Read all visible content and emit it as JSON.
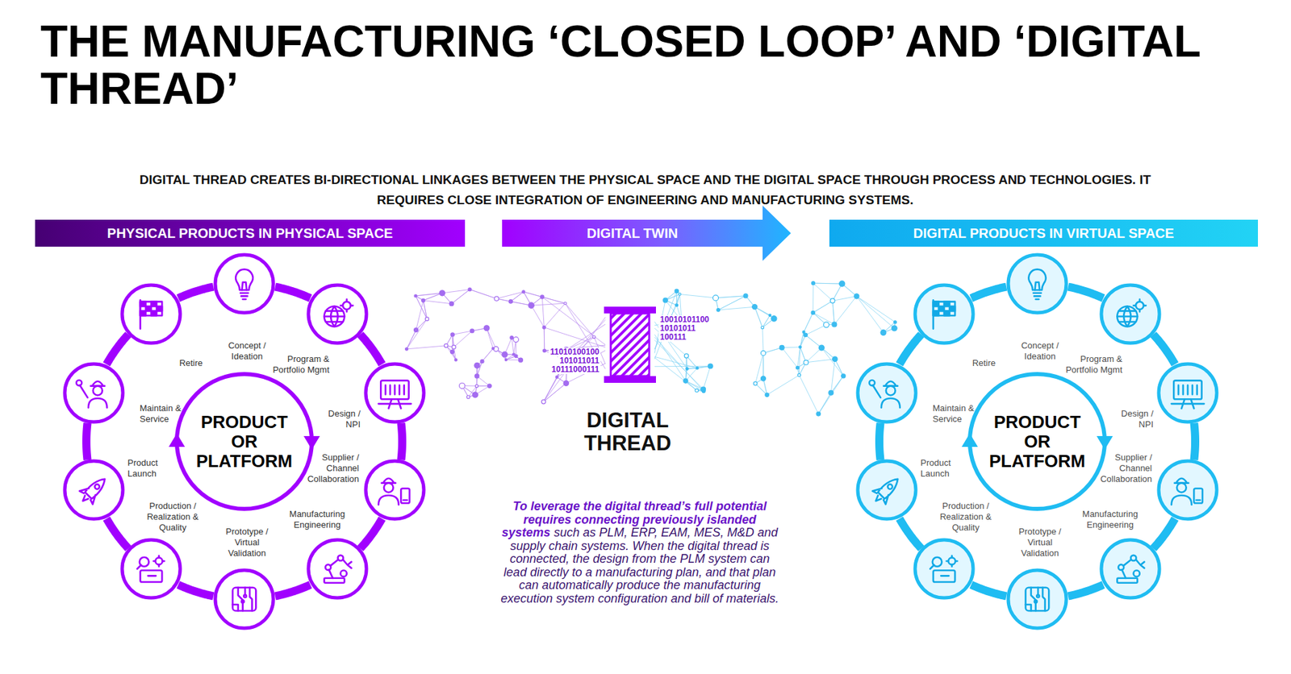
{
  "diagram": {
    "title": "THE MANUFACTURING ‘CLOSED LOOP’ AND ‘DIGITAL THREAD’",
    "nodes": [
      {
        "text": [
          "PHYSICAL PRODUCTS IN PHYSICAL SPACE"
        ]
      },
      {
        "text": [
          "DIGITAL TWIN"
        ]
      },
      {
        "text": [
          "DIGITAL PRODUCTS IN VIRTUAL SPACE"
        ]
      },
      {
        "text": [
          "PRODUCT OR PLATFORM"
        ]
      },
      {
        "text": [
          "Concept / Ideation"
        ]
      },
      {
        "text": [
          "Program & Portfolio Mgmt"
        ]
      },
      {
        "text": [
          "Design / NPI"
        ]
      },
      {
        "text": [
          "Supplier / Channel Collaboration"
        ]
      },
      {
        "text": [
          "Manufacturing Engineering"
        ]
      },
      {
        "text": [
          "Prototype / Virtual Validation"
        ]
      },
      {
        "text": [
          "Production / Realization & Quality"
        ]
      },
      {
        "text": [
          "Product Launch"
        ]
      },
      {
        "text": [
          "Maintain & Service"
        ]
      },
      {
        "text": [
          "Retire"
        ]
      },
      {
        "text": [
          "DIGITAL THREAD"
        ]
      },
      {
        "text": [
          "PRODUCT OR PLATFORM"
        ]
      },
      {
        "text": [
          "Concept / Ideation"
        ]
      },
      {
        "text": [
          "Program & Portfolio Mgmt"
        ]
      },
      {
        "text": [
          "Design / NPI"
        ]
      },
      {
        "text": [
          "Supplier / Channel Collaboration"
        ]
      },
      {
        "text": [
          "Manufacturing Engineering"
        ]
      },
      {
        "text": [
          "Prototype / Virtual Validation"
        ]
      },
      {
        "text": [
          "Production / Realization & Quality"
        ]
      },
      {
        "text": [
          "Product Launch"
        ]
      },
      {
        "text": [
          "Maintain & Service"
        ]
      },
      {
        "text": [
          "Retire"
        ]
      }
    ],
    "edges": [
      {
        "from": 4,
        "to": 5,
        "arrow": "none"
      },
      {
        "from": 5,
        "to": 6,
        "arrow": "none"
      },
      {
        "from": 6,
        "to": 7,
        "arrow": "none"
      },
      {
        "from": 7,
        "to": 8,
        "arrow": "none"
      },
      {
        "from": 8,
        "to": 9,
        "arrow": "none"
      },
      {
        "from": 9,
        "to": 10,
        "arrow": "none"
      },
      {
        "from": 10,
        "to": 11,
        "arrow": "none"
      },
      {
        "from": 11,
        "to": 12,
        "arrow": "none"
      },
      {
        "from": 12,
        "to": 13,
        "arrow": "none"
      },
      {
        "from": 13,
        "to": 4,
        "arrow": "none"
      },
      {
        "from": 16,
        "to": 17,
        "arrow": "none"
      },
      {
        "from": 17,
        "to": 18,
        "arrow": "none"
      },
      {
        "from": 18,
        "to": 19,
        "arrow": "none"
      },
      {
        "from": 19,
        "to": 20,
        "arrow": "none"
      },
      {
        "from": 20,
        "to": 21,
        "arrow": "none"
      },
      {
        "from": 21,
        "to": 22,
        "arrow": "none"
      },
      {
        "from": 22,
        "to": 23,
        "arrow": "none"
      },
      {
        "from": 23,
        "to": 24,
        "arrow": "none"
      },
      {
        "from": 24,
        "to": 25,
        "arrow": "none"
      },
      {
        "from": 25,
        "to": 16,
        "arrow": "none"
      }
    ],
    "labels": [
      "DIGITAL THREAD CREATES BI-DIRECTIONAL LINKAGES BETWEEN THE PHYSICAL SPACE AND THE DIGITAL SPACE THROUGH PROCESS AND TECHNOLOGIES. IT REQUIRES CLOSE INTEGRATION OF ENGINEERING AND MANUFACTURING SYSTEMS.",
      "10010101100",
      "10101011",
      "100111",
      "11010100100",
      "101011011",
      "10111000111",
      "To leverage the digital thread’s full potential requires connecting previously islanded systems",
      "such as PLM, ERP, EAM, MES, M&D and supply chain systems. When the digital thread is connected, the design from the PLM system can lead directly to a manufacturing plan, and that plan can automatically produce the manufacturing execution system configuration and bill of materials."
    ]
  }
}
